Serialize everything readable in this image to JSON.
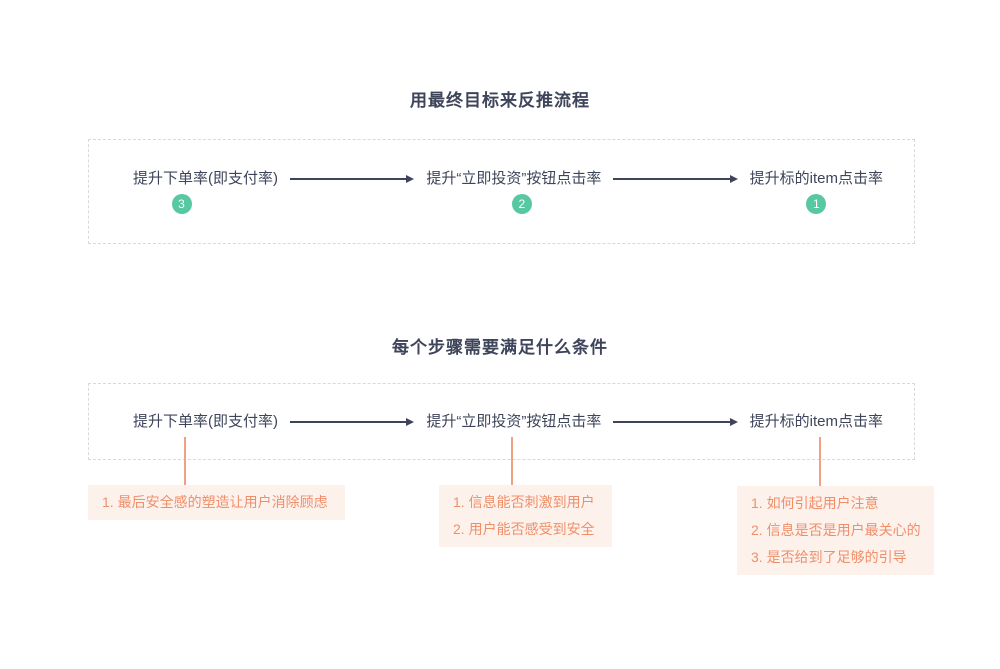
{
  "page": {
    "background": "#ffffff"
  },
  "colors": {
    "text_dark": "#3e455b",
    "badge_green": "#57c8a1",
    "note_text": "#ef8f6a",
    "note_background": "#fdf1ec",
    "connector_orange": "#f0a183",
    "box_border_dashed": "#d9d9d9"
  },
  "goal_section": {
    "title": "用最终目标来反推流程"
  },
  "steps": [
    {
      "label": "提升下单率(即支付率)",
      "badge": "3"
    },
    {
      "label": "提升“立即投资”按钮点击率",
      "badge": "2"
    },
    {
      "label": "提升标的item点击率",
      "badge": "1"
    }
  ],
  "conditions_section": {
    "title": "每个步骤需要满足什么条件",
    "notes": [
      {
        "lines": [
          "1. 最后安全感的塑造让用户消除顾虑"
        ]
      },
      {
        "lines": [
          "1. 信息能否刺激到用户",
          "2. 用户能否感受到安全"
        ]
      },
      {
        "lines": [
          "1. 如何引起用户注意",
          "2. 信息是否是用户最关心的",
          "3. 是否给到了足够的引导"
        ]
      }
    ]
  }
}
